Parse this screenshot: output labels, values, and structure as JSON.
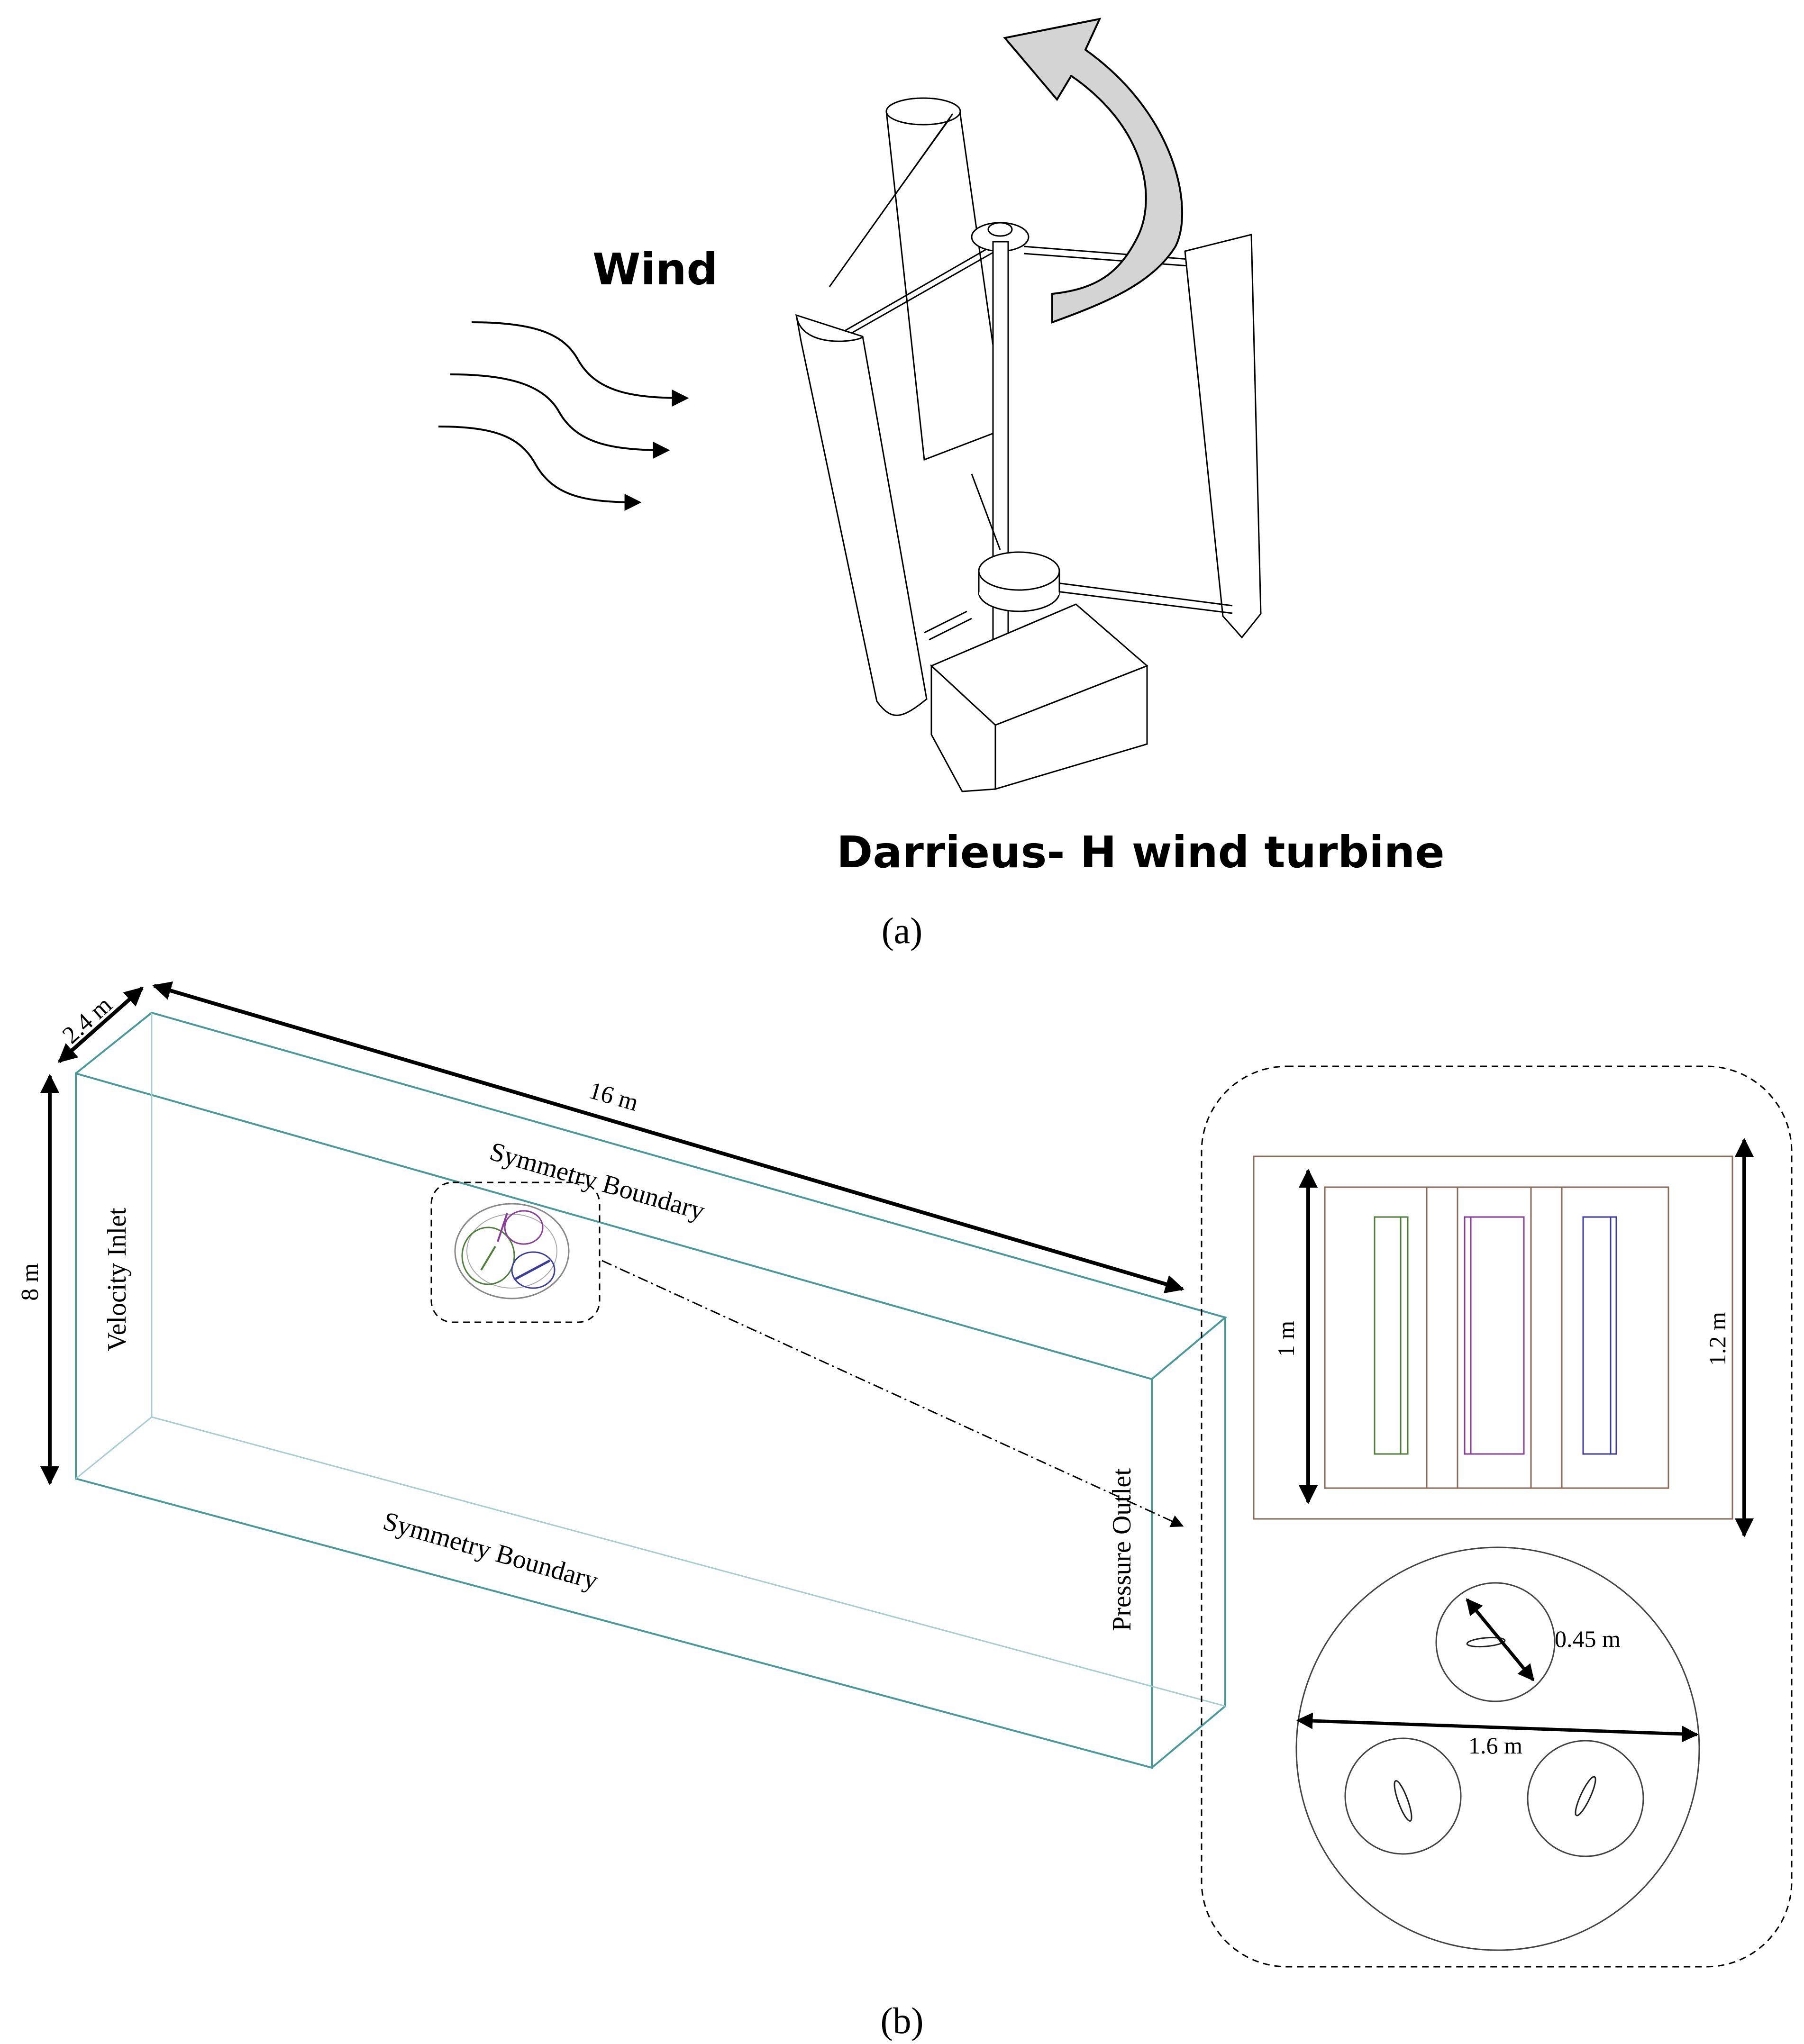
{
  "panel_a": {
    "wind_label": "Wind",
    "turbine_caption": "Darrieus- H wind turbine",
    "panel_label": "(a)"
  },
  "panel_b": {
    "panel_label": "(b)",
    "dimensions": {
      "depth": "2.4 m",
      "length": "16 m",
      "height": "8 m",
      "rotor_height": "1 m",
      "domain_height": "1.2 m",
      "blade_zone_diameter": "0.45 m",
      "rotor_diameter": "1.6 m"
    },
    "boundaries": {
      "top": "Symmetry Boundary",
      "bottom": "Symmetry Boundary",
      "inlet": "Velocity Inlet",
      "outlet": "Pressure Outlet"
    },
    "colors": {
      "domain_edge": "#4a9a9a",
      "rotor_frame": "#8b6a58",
      "blade_green": "#4f7f3a",
      "blade_purple": "#8a3c9a",
      "blade_blue": "#3b3ba0",
      "arrow_fill": "#d4d4d4"
    }
  }
}
